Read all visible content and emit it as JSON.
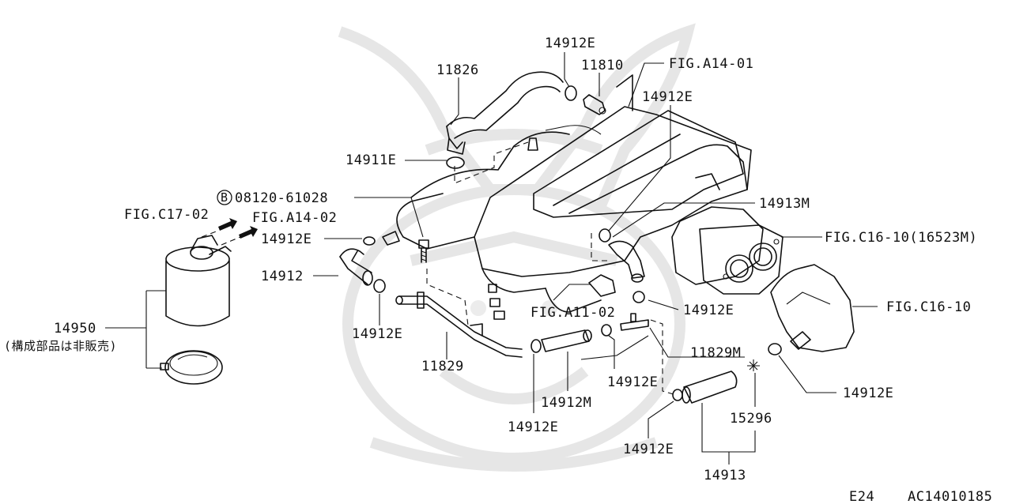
{
  "diagram": {
    "callouts": [
      {
        "key": "c1",
        "text": "14912E"
      },
      {
        "key": "c2",
        "text": "11810"
      },
      {
        "key": "c3",
        "text": "FIG.A14-01"
      },
      {
        "key": "c4",
        "text": "11826"
      },
      {
        "key": "c5",
        "text": "14912E"
      },
      {
        "key": "c6",
        "text": "14911E"
      },
      {
        "key": "c7",
        "text": "08120-61028"
      },
      {
        "key": "c8",
        "text": "FIG.C17-02"
      },
      {
        "key": "c9",
        "text": "FIG.A14-02"
      },
      {
        "key": "c10",
        "text": "14912E"
      },
      {
        "key": "c11",
        "text": "14913M"
      },
      {
        "key": "c12",
        "text": "FIG.C16-10(16523M)"
      },
      {
        "key": "c13",
        "text": "14912"
      },
      {
        "key": "c14",
        "text": "14912E"
      },
      {
        "key": "c15",
        "text": "FIG.A11-02"
      },
      {
        "key": "c16",
        "text": "14912E"
      },
      {
        "key": "c17",
        "text": "FIG.C16-10"
      },
      {
        "key": "c18",
        "text": "14950"
      },
      {
        "key": "c19",
        "text": "(構成部品は非販売)"
      },
      {
        "key": "c20",
        "text": "11829"
      },
      {
        "key": "c21",
        "text": "11829M"
      },
      {
        "key": "c22",
        "text": "14912E"
      },
      {
        "key": "c23",
        "text": "14912E"
      },
      {
        "key": "c24",
        "text": "14912M"
      },
      {
        "key": "c25",
        "text": "14912E"
      },
      {
        "key": "c26",
        "text": "15296"
      },
      {
        "key": "c27",
        "text": "14912E"
      },
      {
        "key": "c28",
        "text": "14913"
      }
    ],
    "bolt_marker": "B",
    "footer": {
      "page_code": "E24",
      "figure_code": "AC14010185"
    }
  }
}
